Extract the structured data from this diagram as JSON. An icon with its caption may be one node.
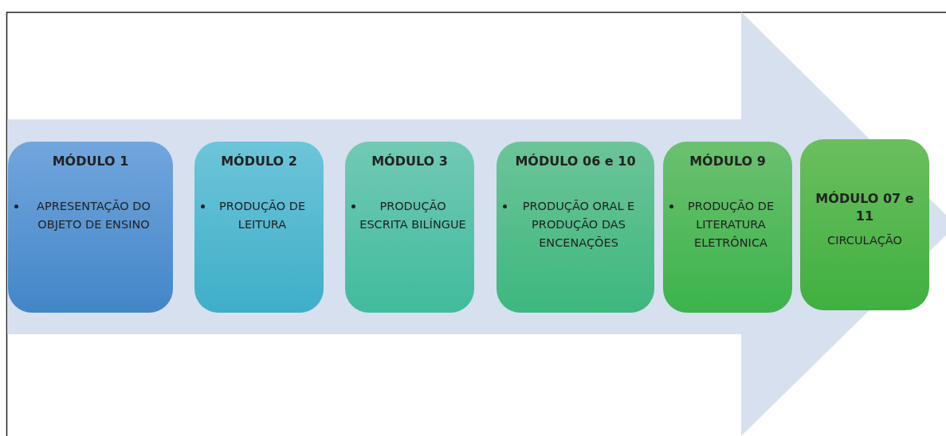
{
  "diagram": {
    "nodes": [
      {
        "text": [
          "MÓDULO 1",
          "APRESENTAÇÃO DO OBJETO DE ENSINO"
        ]
      },
      {
        "text": [
          "MÓDULO 2",
          "PRODUÇÃO DE LEITURA"
        ]
      },
      {
        "text": [
          "MÓDULO 3",
          "PRODUÇÃO ESCRITA BILÍNGUE"
        ]
      },
      {
        "text": [
          "MÓDULO 06 e 10",
          "PRODUÇÃO ORAL E PRODUÇÃO DAS ENCENAÇÕES"
        ]
      },
      {
        "text": [
          "MÓDULO 9",
          "PRODUÇÃO DE LITERATURA ELETRÔNICA"
        ]
      },
      {
        "text": [
          "MÓDULO 07 e 11",
          "CIRCULAÇÃO"
        ]
      }
    ],
    "edges": [
      {
        "from": 0,
        "to": 5,
        "arrow": "to"
      }
    ]
  }
}
